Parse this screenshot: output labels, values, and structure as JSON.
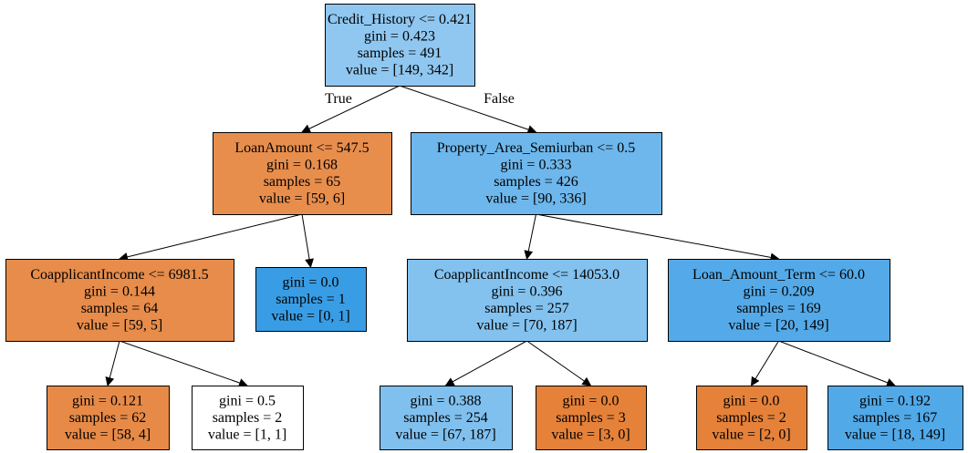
{
  "tree": {
    "nodes": [
      {
        "id": "n0",
        "lines": [
          "Credit_History <= 0.421",
          "gini = 0.423",
          "samples = 491",
          "value = [149, 342]"
        ],
        "fill": "#8fc7f1"
      },
      {
        "id": "n1",
        "lines": [
          "LoanAmount <= 547.5",
          "gini = 0.168",
          "samples = 65",
          "value = [59, 6]"
        ],
        "fill": "#e88e4d"
      },
      {
        "id": "n2",
        "lines": [
          "CoapplicantIncome <= 6981.5",
          "gini = 0.144",
          "samples = 64",
          "value = [59, 5]"
        ],
        "fill": "#e78c4a"
      },
      {
        "id": "n3",
        "lines": [
          "gini = 0.121",
          "samples = 62",
          "value = [58, 4]"
        ],
        "fill": "#e78a47"
      },
      {
        "id": "n4",
        "lines": [
          "gini = 0.5",
          "samples = 2",
          "value = [1, 1]"
        ],
        "fill": "#ffffff"
      },
      {
        "id": "n5",
        "lines": [
          "gini = 0.0",
          "samples = 1",
          "value = [0, 1]"
        ],
        "fill": "#399de5"
      },
      {
        "id": "n6",
        "lines": [
          "Property_Area_Semiurban <= 0.5",
          "gini = 0.333",
          "samples = 426",
          "value = [90, 336]"
        ],
        "fill": "#6eb7ec"
      },
      {
        "id": "n7",
        "lines": [
          "CoapplicantIncome <= 14053.0",
          "gini = 0.396",
          "samples = 257",
          "value = [70, 187]"
        ],
        "fill": "#83c2ef"
      },
      {
        "id": "n8",
        "lines": [
          "gini = 0.388",
          "samples = 254",
          "value = [67, 187]"
        ],
        "fill": "#80c0ee"
      },
      {
        "id": "n9",
        "lines": [
          "gini = 0.0",
          "samples = 3",
          "value = [3, 0]"
        ],
        "fill": "#e58139"
      },
      {
        "id": "n10",
        "lines": [
          "Loan_Amount_Term <= 60.0",
          "gini = 0.209",
          "samples = 169",
          "value = [20, 149]"
        ],
        "fill": "#54aae8"
      },
      {
        "id": "n11",
        "lines": [
          "gini = 0.0",
          "samples = 2",
          "value = [2, 0]"
        ],
        "fill": "#e58139"
      },
      {
        "id": "n12",
        "lines": [
          "gini = 0.192",
          "samples = 167",
          "value = [18, 149]"
        ],
        "fill": "#51a9e8"
      }
    ],
    "edges": [
      {
        "from": "n0",
        "to": "n1",
        "label": "True"
      },
      {
        "from": "n0",
        "to": "n6",
        "label": "False"
      },
      {
        "from": "n1",
        "to": "n2",
        "label": ""
      },
      {
        "from": "n1",
        "to": "n5",
        "label": ""
      },
      {
        "from": "n2",
        "to": "n3",
        "label": ""
      },
      {
        "from": "n2",
        "to": "n4",
        "label": ""
      },
      {
        "from": "n6",
        "to": "n7",
        "label": ""
      },
      {
        "from": "n6",
        "to": "n10",
        "label": ""
      },
      {
        "from": "n7",
        "to": "n8",
        "label": ""
      },
      {
        "from": "n7",
        "to": "n9",
        "label": ""
      },
      {
        "from": "n10",
        "to": "n11",
        "label": ""
      },
      {
        "from": "n10",
        "to": "n12",
        "label": ""
      }
    ]
  }
}
